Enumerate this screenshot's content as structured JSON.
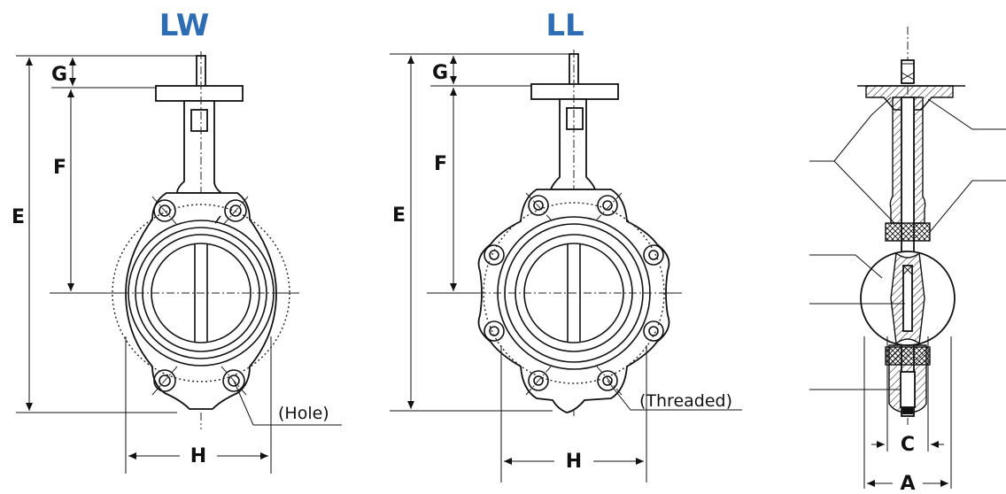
{
  "colors": {
    "title": "#2e6db4",
    "line": "#111111"
  },
  "lw": {
    "title": "LW",
    "labels": {
      "g": "G",
      "f": "F",
      "e": "E",
      "h": "H"
    },
    "note": "(Hole)"
  },
  "ll": {
    "title": "LL",
    "labels": {
      "g": "G",
      "f": "F",
      "e": "E",
      "h": "H"
    },
    "note": "(Threaded)"
  },
  "section": {
    "labels": {
      "c": "C",
      "a": "A"
    }
  }
}
